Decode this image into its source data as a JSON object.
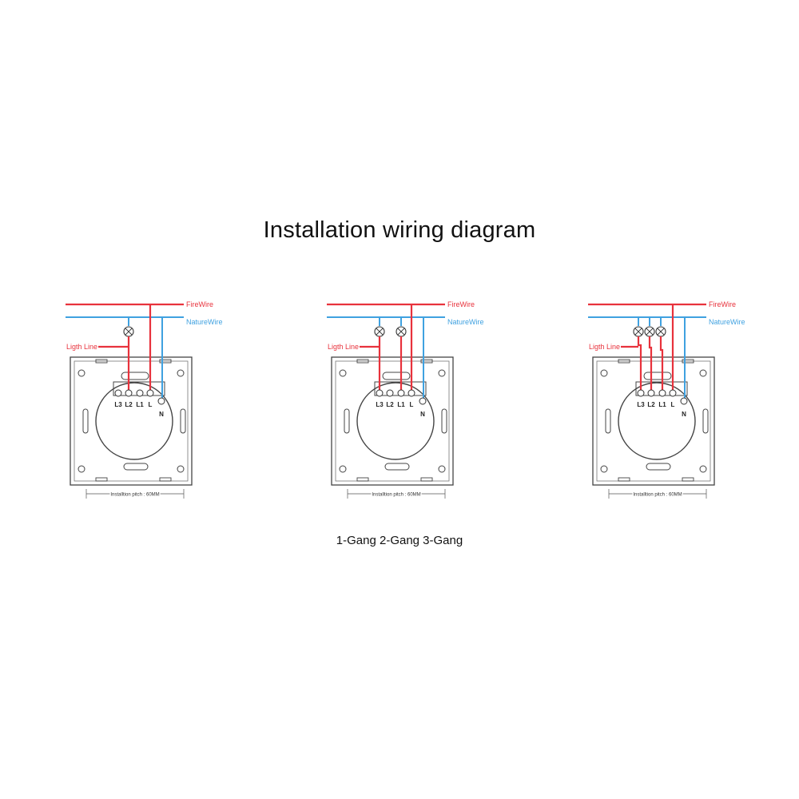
{
  "title": "Installation wiring diagram",
  "caption": "1-Gang 2-Gang 3-Gang",
  "colors": {
    "fire": "#e8323c",
    "nature": "#3fa1e0",
    "outline": "#444444"
  },
  "wire_labels": {
    "fire": "FireWire",
    "nature": "NatureWire",
    "light": "Ligth Line"
  },
  "terminals": [
    "L3",
    "L2",
    "L1",
    "L",
    "N"
  ],
  "pitch_label": "Installtion pitch : 60MM",
  "panels": [
    {
      "lamps": 1
    },
    {
      "lamps": 2
    },
    {
      "lamps": 3
    }
  ]
}
